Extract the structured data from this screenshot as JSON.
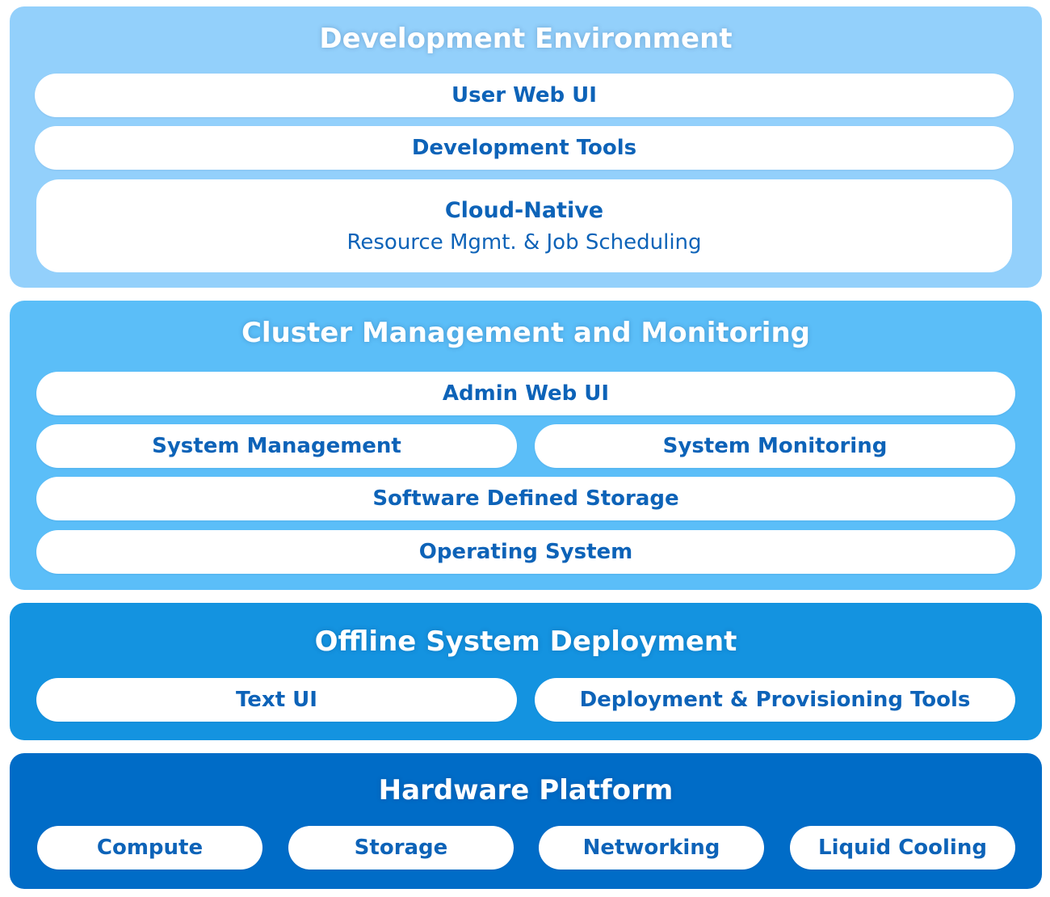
{
  "colors": {
    "development_layer": "#93d0fb",
    "cluster_layer": "#5bbef8",
    "deployment_layer": "#1493e0",
    "hardware_layer": "#006cc7",
    "pill_background": "#ffffff",
    "pill_text": "#0d63b8",
    "title_text": "#ffffff"
  },
  "development": {
    "title": "Development Environment",
    "user_web_ui": "User Web UI",
    "development_tools": "Development Tools",
    "cloud_native": {
      "title": "Cloud-Native",
      "subtitle": "Resource Mgmt. & Job Scheduling"
    }
  },
  "cluster": {
    "title": "Cluster Management and Monitoring",
    "admin_web_ui": "Admin Web UI",
    "system_management": "System Management",
    "system_monitoring": "System Monitoring",
    "software_defined_storage": "Software Defined Storage",
    "operating_system": "Operating System"
  },
  "deployment": {
    "title": "Offline System Deployment",
    "text_ui": "Text UI",
    "provisioning_tools": "Deployment & Provisioning Tools"
  },
  "hardware": {
    "title": "Hardware Platform",
    "items": [
      "Compute",
      "Storage",
      "Networking",
      "Liquid Cooling"
    ]
  }
}
